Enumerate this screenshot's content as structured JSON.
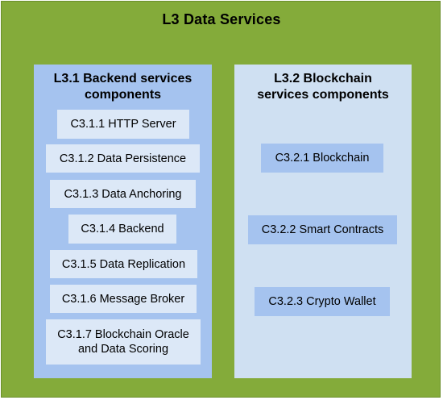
{
  "diagram": {
    "title": "L3 Data Services",
    "layers": [
      {
        "title": "L3.1 Backend services components",
        "components": [
          "C3.1.1 HTTP Server",
          "C3.1.2 Data Persistence",
          "C3.1.3 Data Anchoring",
          "C3.1.4 Backend",
          "C3.1.5 Data Replication",
          "C3.1.6 Message Broker",
          "C3.1.7 Blockchain Oracle and Data Scoring"
        ]
      },
      {
        "title": "L3.2 Blockchain services components",
        "components": [
          "C3.2.1 Blockchain",
          "C3.2.2 Smart Contracts",
          "C3.2.3 Crypto Wallet"
        ]
      }
    ],
    "colors": {
      "outer_background": "#84ab3a",
      "backend_layer": "#a5c3ef",
      "blockchain_layer": "#cfe0f2",
      "backend_component": "#dce8f7",
      "blockchain_component": "#a5c3ef"
    }
  }
}
